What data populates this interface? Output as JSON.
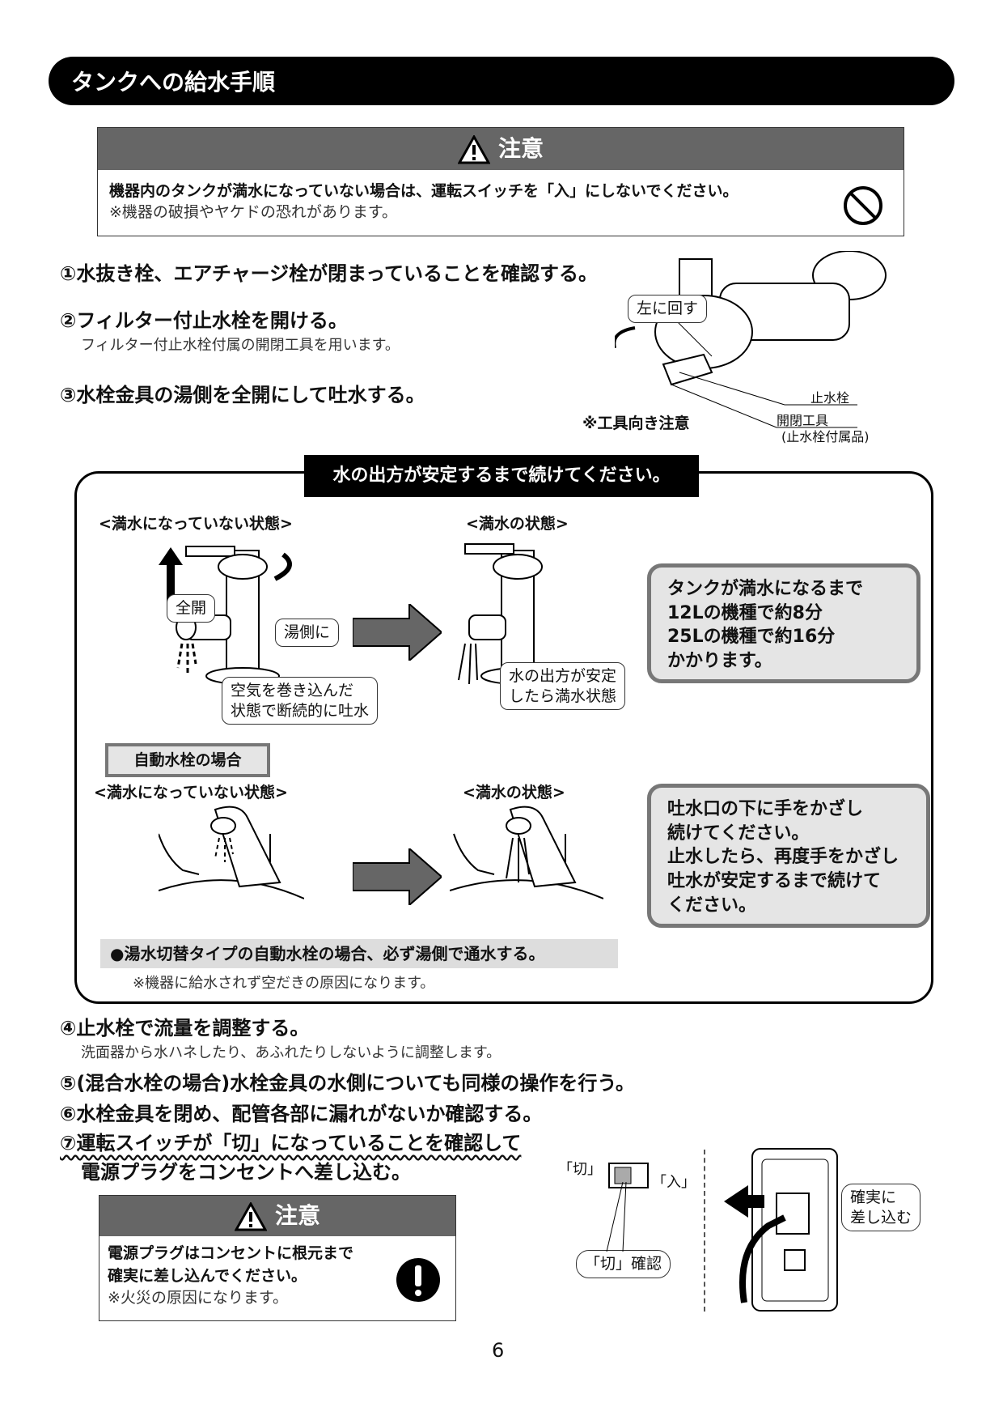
{
  "header": {
    "title": "タンクへの給水手順"
  },
  "caution1": {
    "label": "注意",
    "line1": "機器内のタンクが満水になっていない場合は、運転スイッチを「入」にしないでください。",
    "line2": "※機器の破損やヤケドの恐れがあります。"
  },
  "steps": {
    "s1": "①水抜き栓、エアチャージ栓が閉まっていることを確認する。",
    "s2": "②フィルター付止水栓を開ける。",
    "s2_sub": "フィルター付止水栓付属の開閉工具を用います。",
    "s3": "③水栓金具の湯側を全開にして吐水する。",
    "s4": "④止水栓で流量を調整する。",
    "s4_sub": "洗面器から水ハネしたり、あふれたりしないように調整します。",
    "s5": "⑤(混合水栓の場合)水栓金具の水側についても同様の操作を行う。",
    "s6": "⑥水栓金具を閉め、配管各部に漏れがないか確認する。",
    "s7_line1": "⑦運転スイッチが「切」になっていることを確認して",
    "s7_line2": "電源プラグをコンセントへ差し込む。"
  },
  "valve_figure": {
    "rotate": "左に回す",
    "tool_note": "※工具向き注意",
    "label_valve": "止水栓",
    "label_tool": "開閉工具",
    "label_tool_sub": "(止水栓付属品)"
  },
  "panel": {
    "title": "水の出方が安定するまで続けてください。",
    "state_not_full": "<満水になっていない状態>",
    "state_full": "<満水の状態>",
    "label_open": "全開",
    "label_hot": "湯側に",
    "callout_air": [
      "空気を巻き込んだ",
      "状態で断続的に吐水"
    ],
    "callout_stable": [
      "水の出方が安定",
      "したら満水状態"
    ],
    "info1": [
      "タンクが満水になるまで",
      "12Lの機種で約8分",
      "25Lの機種で約16分",
      "かかります。"
    ],
    "auto_label": "自動水栓の場合",
    "state_not_full2": "<満水になっていない状態>",
    "state_full2": "<満水の状態>",
    "info2": [
      "吐水口の下に手をかざし",
      "続けてください。",
      "止水したら、再度手をかざし",
      "吐水が安定するまで続けて",
      "ください。"
    ],
    "note_bold": "●湯水切替タイプの自動水栓の場合、必ず湯側で通水する。",
    "note_sub": "※機器に給水されず空だきの原因になります。"
  },
  "switch_figure": {
    "off": "「切」",
    "on": "「入」",
    "confirm": "「切」確認",
    "plug": [
      "確実に",
      "差し込む"
    ]
  },
  "caution2": {
    "label": "注意",
    "line1": "電源プラグはコンセントに根元まで",
    "line2": "確実に差し込んでください。",
    "line3": "※火災の原因になります。"
  },
  "page_number": "6"
}
